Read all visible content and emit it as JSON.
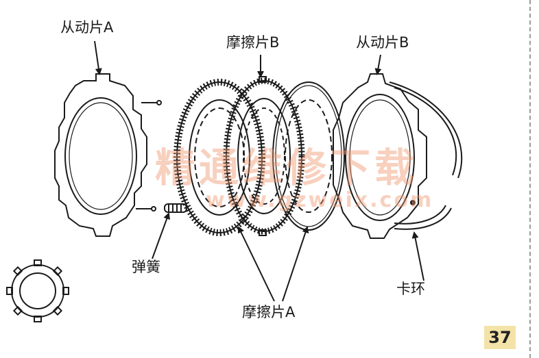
{
  "labels": {
    "slave_plate_a": "从动片A",
    "friction_plate_b": "摩擦片B",
    "slave_plate_b": "从动片B",
    "spring": "弹簧",
    "snap_ring": "卡环",
    "friction_plate_a": "摩擦片A"
  },
  "watermark": {
    "text": "精通维修下载",
    "url": "www.gzweix.com",
    "color": "#ef966e"
  },
  "page_number": "37",
  "colors": {
    "line": "#1a1a1a",
    "background": "#ffffff",
    "page_badge": "#f3e3a8"
  }
}
